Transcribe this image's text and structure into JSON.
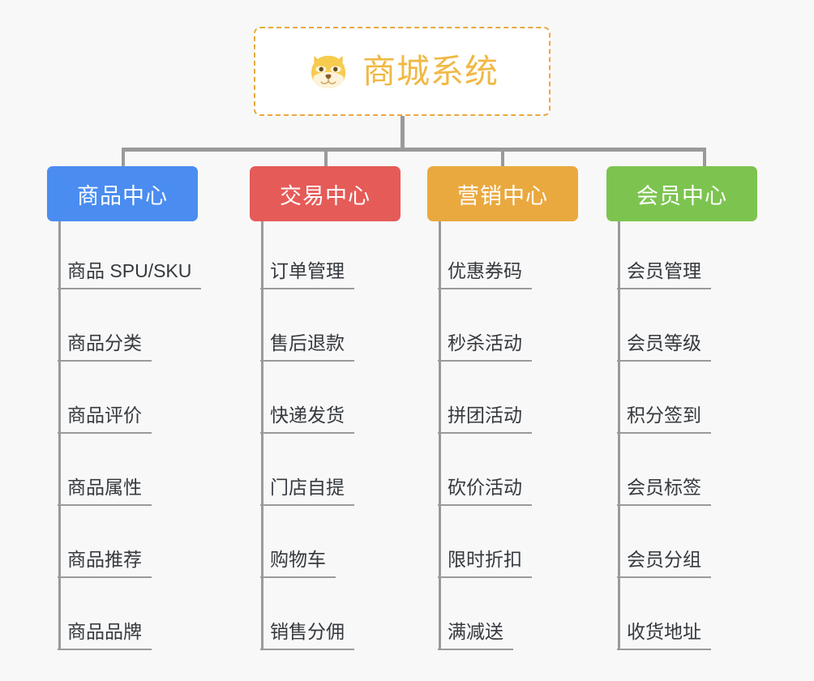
{
  "background_color": "#f8f8f8",
  "root": {
    "title": "商城系统",
    "icon": "shiba-dog-face-emoji",
    "border_color": "#e9a83f",
    "text_color": "#f0b844",
    "background": "#ffffff"
  },
  "line_color": "#9a9a9a",
  "categories": [
    {
      "label": "商品中心",
      "color": "#4a8cf0",
      "items": [
        "商品 SPU/SKU",
        "商品分类",
        "商品评价",
        "商品属性",
        "商品推荐",
        "商品品牌"
      ]
    },
    {
      "label": "交易中心",
      "color": "#e55b57",
      "items": [
        "订单管理",
        "售后退款",
        "快递发货",
        "门店自提",
        "购物车",
        "销售分佣"
      ]
    },
    {
      "label": "营销中心",
      "color": "#eaa93f",
      "items": [
        "优惠券码",
        "秒杀活动",
        "拼团活动",
        "砍价活动",
        "限时折扣",
        "满减送"
      ]
    },
    {
      "label": "会员中心",
      "color": "#7cc44f",
      "items": [
        "会员管理",
        "会员等级",
        "积分签到",
        "会员标签",
        "会员分组",
        "收货地址"
      ]
    }
  ]
}
